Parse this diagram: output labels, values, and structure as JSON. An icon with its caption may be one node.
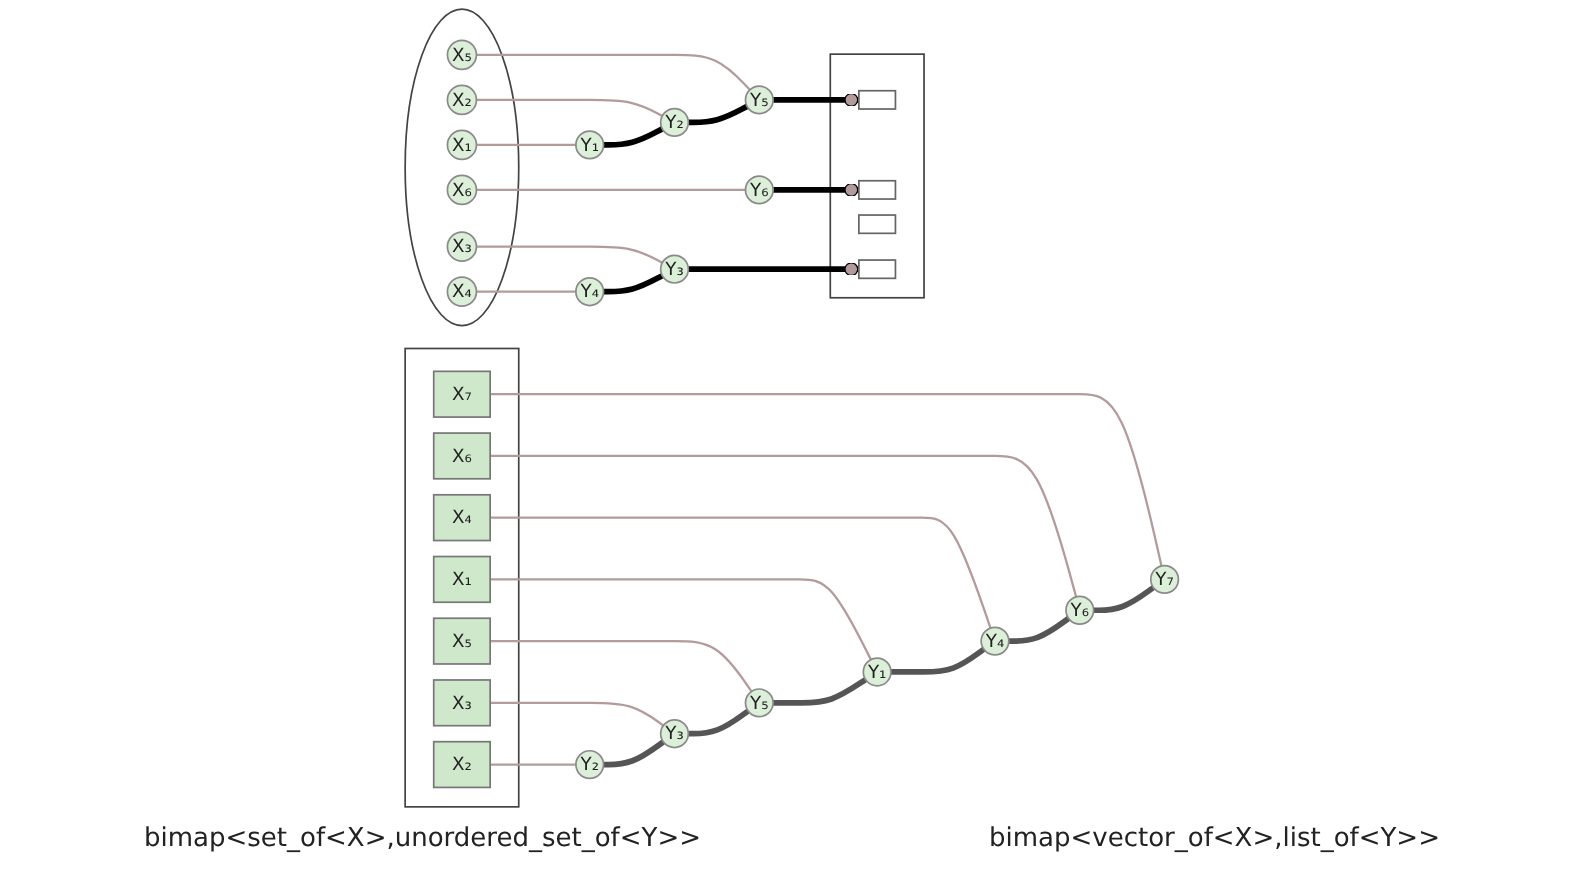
{
  "diagram": {
    "nodes": [
      {
        "text": [],
        "shape": "ellipse"
      },
      {
        "text": [
          "X₁"
        ],
        "in": 0
      },
      {
        "text": [
          "X₂"
        ],
        "in": 0
      },
      {
        "text": [
          "X₃"
        ],
        "in": 0
      },
      {
        "text": [
          "X₄"
        ],
        "in": 0
      },
      {
        "text": [
          "X₅"
        ],
        "in": 0
      },
      {
        "text": [
          "X₆"
        ],
        "in": 0
      },
      {
        "text": [
          "Y₁"
        ]
      },
      {
        "text": [
          "Y₂"
        ]
      },
      {
        "text": [
          "Y₅"
        ]
      },
      {
        "text": [
          "Y₆"
        ]
      },
      {
        "text": [
          "Y₃"
        ]
      },
      {
        "text": [
          "Y₄"
        ]
      },
      {
        "text": [],
        "shape": "box"
      },
      {
        "text": [],
        "shape": "box",
        "in": 13
      },
      {
        "text": [],
        "shape": "box",
        "in": 13
      },
      {
        "text": [],
        "shape": "box",
        "in": 13
      },
      {
        "text": [],
        "shape": "box",
        "in": 13
      },
      {
        "text": [],
        "shape": "box"
      },
      {
        "text": [
          "X₁"
        ],
        "in": 18
      },
      {
        "text": [
          "X₂"
        ],
        "in": 18
      },
      {
        "text": [
          "X₃"
        ],
        "in": 18
      },
      {
        "text": [
          "X₄"
        ],
        "in": 18
      },
      {
        "text": [
          "X₅"
        ],
        "in": 18
      },
      {
        "text": [
          "X₆"
        ],
        "in": 18
      },
      {
        "text": [
          "X₇"
        ],
        "in": 18
      },
      {
        "text": [
          "Y₂"
        ]
      },
      {
        "text": [
          "Y₃"
        ]
      },
      {
        "text": [
          "Y₅"
        ]
      },
      {
        "text": [
          "Y₁"
        ]
      },
      {
        "text": [
          "Y₄"
        ]
      },
      {
        "text": [
          "Y₆"
        ]
      },
      {
        "text": [
          "Y₇"
        ]
      }
    ],
    "edges": [
      {
        "from": 1,
        "to": 7,
        "arrow": "none"
      },
      {
        "from": 2,
        "to": 8,
        "arrow": "none"
      },
      {
        "from": 3,
        "to": 11,
        "arrow": "none"
      },
      {
        "from": 4,
        "to": 12,
        "arrow": "none"
      },
      {
        "from": 5,
        "to": 9,
        "arrow": "none"
      },
      {
        "from": 6,
        "to": 10,
        "arrow": "none"
      },
      {
        "from": 7,
        "to": 8,
        "arrow": "none",
        "style": "thick",
        "color": "#000000"
      },
      {
        "from": 8,
        "to": 9,
        "arrow": "none",
        "style": "thick",
        "color": "#000000"
      },
      {
        "from": 9,
        "to": 14,
        "arrow": "other",
        "style": "thick",
        "color": "#000000"
      },
      {
        "from": 10,
        "to": 15,
        "arrow": "other",
        "style": "thick",
        "color": "#000000"
      },
      {
        "from": 12,
        "to": 11,
        "arrow": "none",
        "style": "thick",
        "color": "#000000"
      },
      {
        "from": 11,
        "to": 17,
        "arrow": "other",
        "style": "thick",
        "color": "#000000"
      },
      {
        "from": 19,
        "to": 29,
        "arrow": "none"
      },
      {
        "from": 20,
        "to": 26,
        "arrow": "none"
      },
      {
        "from": 21,
        "to": 27,
        "arrow": "none"
      },
      {
        "from": 22,
        "to": 30,
        "arrow": "none"
      },
      {
        "from": 23,
        "to": 28,
        "arrow": "none"
      },
      {
        "from": 24,
        "to": 31,
        "arrow": "none"
      },
      {
        "from": 25,
        "to": 32,
        "arrow": "none"
      },
      {
        "from": 26,
        "to": 27,
        "arrow": "none",
        "style": "thick",
        "color": "#555555"
      },
      {
        "from": 27,
        "to": 28,
        "arrow": "none",
        "style": "thick",
        "color": "#555555"
      },
      {
        "from": 28,
        "to": 29,
        "arrow": "none",
        "style": "thick",
        "color": "#555555"
      },
      {
        "from": 29,
        "to": 30,
        "arrow": "none",
        "style": "thick",
        "color": "#555555"
      },
      {
        "from": 30,
        "to": 31,
        "arrow": "none",
        "style": "thick",
        "color": "#555555"
      },
      {
        "from": 31,
        "to": 32,
        "arrow": "none",
        "style": "thick",
        "color": "#555555"
      }
    ],
    "labels": [
      "bimap<set_of<X>,unordered_set_of<Y>>",
      "bimap<vector_of<X>,list_of<Y>>"
    ]
  }
}
